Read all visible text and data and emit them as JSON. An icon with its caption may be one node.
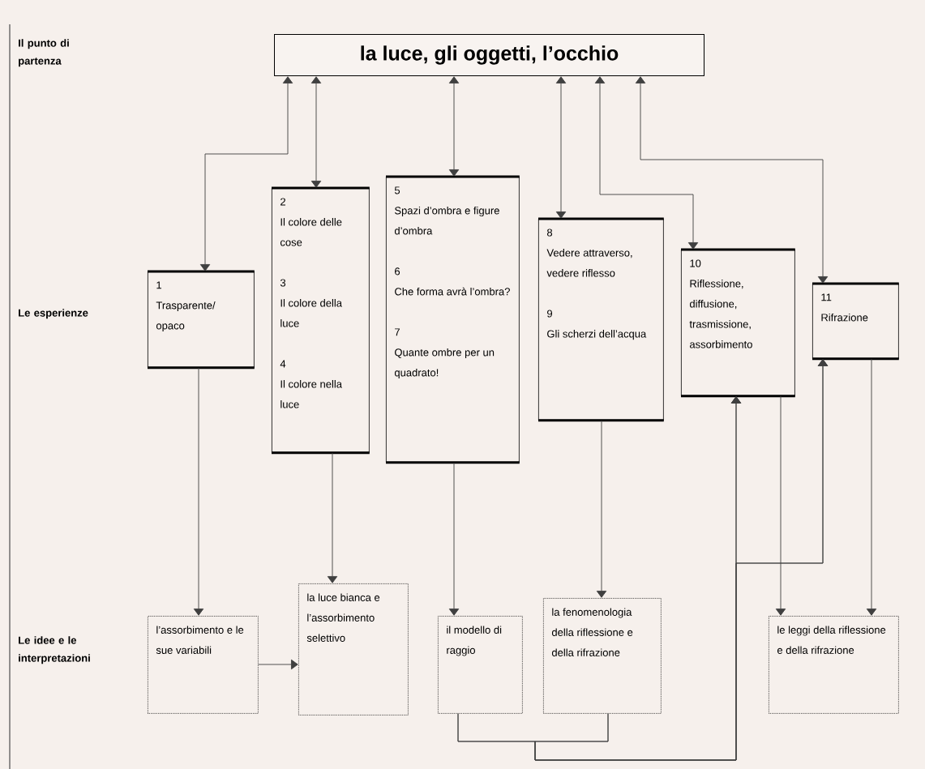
{
  "diagram": {
    "nodes": [
      {
        "text": [
          "la luce, gli oggetti, l’occhio"
        ]
      },
      {
        "text": [
          "1",
          "Trasparente/ opaco"
        ]
      },
      {
        "text": [
          "2",
          "Il colore delle cose",
          "3",
          "Il colore della luce",
          "4",
          "Il colore nella luce"
        ]
      },
      {
        "text": [
          "5",
          "Spazi d’ombra e figure d’ombra",
          "6",
          "Che forma avrà l’ombra?",
          "7",
          "Quante ombre per un quadrato!"
        ]
      },
      {
        "text": [
          "8",
          "Vedere attraverso, vedere riflesso",
          "9",
          "Gli scherzi dell’acqua"
        ]
      },
      {
        "text": [
          "10",
          "Riflessione, diffusione, trasmissione, assorbimento"
        ]
      },
      {
        "text": [
          "11",
          "Rifrazione"
        ]
      },
      {
        "text": [
          "l’assorbimento e le sue variabili"
        ]
      },
      {
        "text": [
          "la luce bianca e l’assorbimento selettivo"
        ]
      },
      {
        "text": [
          "il modello di raggio"
        ]
      },
      {
        "text": [
          "la fenomenologia della riflessione e della rifrazione"
        ]
      },
      {
        "text": [
          "le leggi della riflessione e della rifrazione"
        ]
      }
    ],
    "edges": [
      {
        "from": 0,
        "to": 1,
        "arrow": "both"
      },
      {
        "from": 0,
        "to": 2,
        "arrow": "both"
      },
      {
        "from": 0,
        "to": 3,
        "arrow": "both"
      },
      {
        "from": 0,
        "to": 4,
        "arrow": "both"
      },
      {
        "from": 0,
        "to": 5,
        "arrow": "both"
      },
      {
        "from": 0,
        "to": 6,
        "arrow": "both"
      },
      {
        "from": 1,
        "to": 7,
        "arrow": "to"
      },
      {
        "from": 2,
        "to": 8,
        "arrow": "to"
      },
      {
        "from": 3,
        "to": 9,
        "arrow": "to"
      },
      {
        "from": 4,
        "to": 10,
        "arrow": "to"
      },
      {
        "from": 5,
        "to": 11,
        "arrow": "to"
      },
      {
        "from": 6,
        "to": 11,
        "arrow": "to"
      },
      {
        "from": 7,
        "to": 8,
        "arrow": "to"
      },
      {
        "from": 9,
        "to": 5,
        "arrow": "to"
      },
      {
        "from": 10,
        "to": 5,
        "arrow": "to"
      },
      {
        "from": 9,
        "to": 6,
        "arrow": "to"
      },
      {
        "from": 10,
        "to": 6,
        "arrow": "to"
      }
    ],
    "labels": [
      "Il punto di partenza",
      "Le esperienze",
      "Le idee e le interpretazioni"
    ]
  }
}
